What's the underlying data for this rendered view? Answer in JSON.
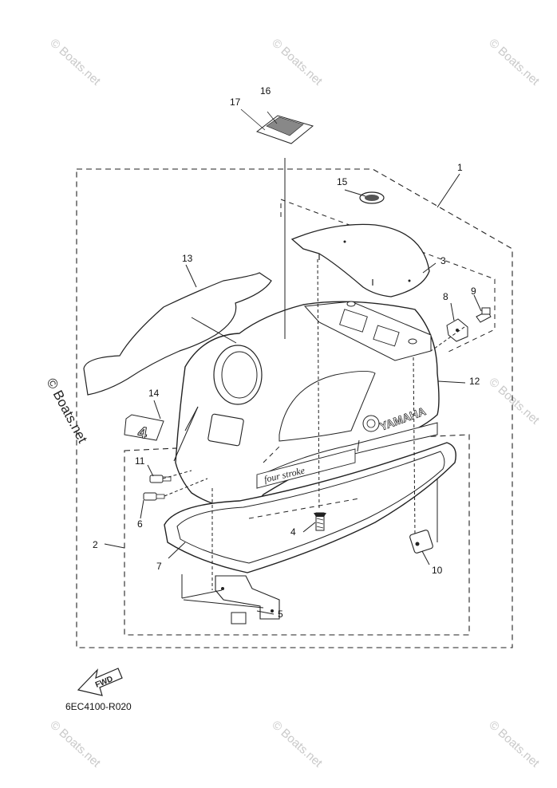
{
  "diagram": {
    "part_code": "6EC4100-R020",
    "fwd_arrow_label": "FWD",
    "brand_text": "YAMAHA",
    "decal_text": "four stroke",
    "decal_14_text": "4",
    "watermark": "© Boats.net",
    "callouts": [
      {
        "id": "c1",
        "label": "1"
      },
      {
        "id": "c2",
        "label": "2"
      },
      {
        "id": "c3",
        "label": "3"
      },
      {
        "id": "c4",
        "label": "4"
      },
      {
        "id": "c5",
        "label": "5"
      },
      {
        "id": "c6",
        "label": "6"
      },
      {
        "id": "c7",
        "label": "7"
      },
      {
        "id": "c8",
        "label": "8"
      },
      {
        "id": "c9",
        "label": "9"
      },
      {
        "id": "c10",
        "label": "10"
      },
      {
        "id": "c11",
        "label": "11"
      },
      {
        "id": "c12",
        "label": "12"
      },
      {
        "id": "c13",
        "label": "13"
      },
      {
        "id": "c14",
        "label": "14"
      },
      {
        "id": "c15",
        "label": "15"
      },
      {
        "id": "c16",
        "label": "16"
      },
      {
        "id": "c17",
        "label": "17"
      }
    ]
  }
}
